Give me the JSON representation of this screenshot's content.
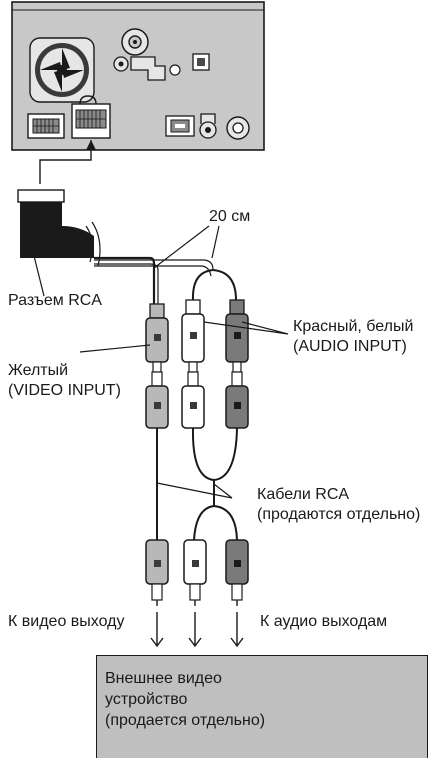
{
  "labels": {
    "length": "20 см",
    "rca_connector": "Разъем RCA",
    "red_white": [
      "Красный, белый",
      "(AUDIO INPUT)"
    ],
    "yellow": [
      "Желтый",
      "(VIDEO INPUT)"
    ],
    "rca_cables": [
      "Кабели RCA",
      "(продаются отдельно)"
    ],
    "to_video_out": "К видео выходу",
    "to_audio_out": "К аудио выходам"
  },
  "device": {
    "lines": [
      "Внешнее видео",
      "устройство",
      "(продается отдельно)"
    ]
  },
  "colors": {
    "panel": "#c8c8c8",
    "yellow_plug": "#b8b8b8",
    "white_plug": "#ffffff",
    "red_plug": "#7a7a7a",
    "device_fill": "#bfbfbf",
    "stroke": "#1a1a1a"
  }
}
